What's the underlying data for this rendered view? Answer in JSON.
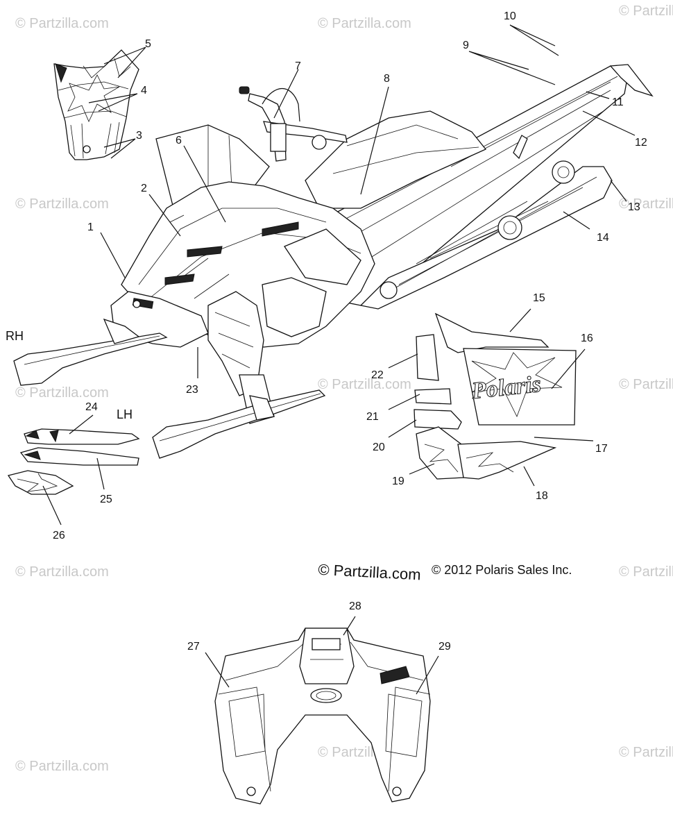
{
  "watermark_text": "© Partzilla.com",
  "brand_text": "© Partzilla.com",
  "copyright_text": "© 2012 Polaris Sales Inc.",
  "side_labels": {
    "right": "RH",
    "left": "LH"
  },
  "decal_logo_text": "Polaris",
  "callouts": [
    "1",
    "2",
    "3",
    "4",
    "5",
    "6",
    "7",
    "8",
    "9",
    "10",
    "11",
    "12",
    "13",
    "14",
    "15",
    "16",
    "17",
    "18",
    "19",
    "20",
    "21",
    "22",
    "23",
    "24",
    "25",
    "26",
    "27",
    "28",
    "29"
  ]
}
